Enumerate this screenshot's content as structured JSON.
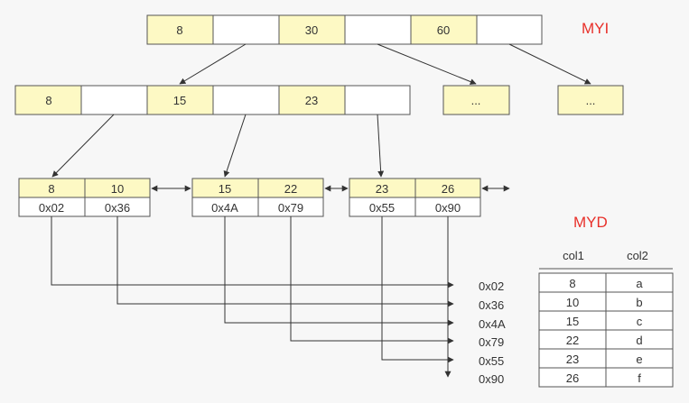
{
  "labels": {
    "myi": "MYI",
    "myd": "MYD"
  },
  "root": {
    "keys": [
      "8",
      "30",
      "60"
    ]
  },
  "internal": {
    "keys": [
      "8",
      "15",
      "23"
    ]
  },
  "ellipsis": [
    "...",
    "..."
  ],
  "leaves": [
    {
      "keys": [
        "8",
        "10"
      ],
      "addrs": [
        "0x02",
        "0x36"
      ]
    },
    {
      "keys": [
        "15",
        "22"
      ],
      "addrs": [
        "0x4A",
        "0x79"
      ]
    },
    {
      "keys": [
        "23",
        "26"
      ],
      "addrs": [
        "0x55",
        "0x90"
      ]
    }
  ],
  "data_addresses": [
    "0x02",
    "0x36",
    "0x4A",
    "0x79",
    "0x55",
    "0x90"
  ],
  "table": {
    "headers": [
      "col1",
      "col2"
    ],
    "rows": [
      [
        "8",
        "a"
      ],
      [
        "10",
        "b"
      ],
      [
        "15",
        "c"
      ],
      [
        "22",
        "d"
      ],
      [
        "23",
        "e"
      ],
      [
        "26",
        "f"
      ]
    ]
  },
  "colors": {
    "key_fill": "#fdf9c4",
    "label_red": "#e8302a",
    "border": "#555555"
  }
}
